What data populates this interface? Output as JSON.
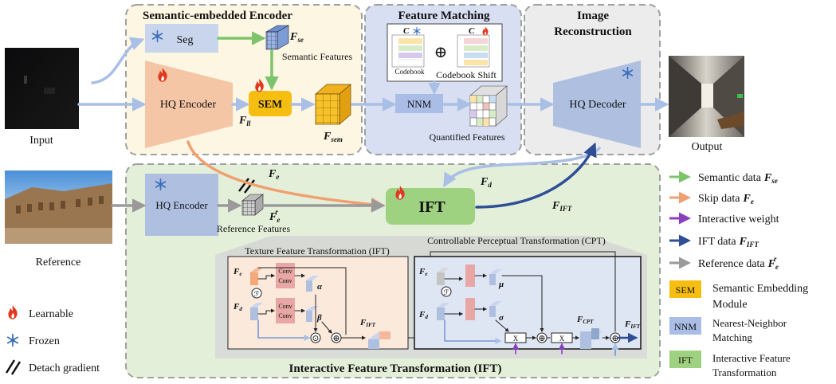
{
  "sections": {
    "encoder_title": "Semantic-embedded Encoder",
    "matching_title": "Feature Matching",
    "reconstruction_title_1": "Image",
    "reconstruction_title_2": "Reconstruction",
    "ift_section_title": "Interactive Feature Transformation (IFT)",
    "tft_title": "Texture Feature Transformation (IFT)",
    "cpt_title": "Controllable Perceptual Transformation (CPT)"
  },
  "images": {
    "input_label": "Input",
    "output_label": "Output",
    "reference_label": "Reference"
  },
  "blocks": {
    "seg": "Seg",
    "hq_encoder": "HQ Encoder",
    "sem": "SEM",
    "nnm": "NNM",
    "hq_decoder": "HQ Decoder",
    "ift": "IFT",
    "ref_encoder": "HQ Encoder",
    "conv": "Conv",
    "xor_a": "X",
    "xor_b": "X"
  },
  "annotations": {
    "semantic_features": "Semantic Features",
    "codebook": "Codebook",
    "codebook_shift": "Codebook Shift",
    "quantified_features": "Quantified Features",
    "reference_features": "Reference Features",
    "c_sym": "C",
    "oplus": "⊕",
    "odot": "⊙"
  },
  "symbols": {
    "F_se": "se",
    "F_ll": "ll",
    "F_sem": "sem",
    "F_e": "e",
    "F_r": "r",
    "F_d": "d",
    "F_IFT": "IFT",
    "F_CPT": "CPT",
    "alpha": "α",
    "beta": "β",
    "mu": "μ",
    "sigma": "σ",
    "F": "F"
  },
  "legend": {
    "semantic": "Semantic data",
    "skip": "Skip data",
    "interactive": "Interactive weight",
    "ift_data": "IFT data",
    "reference": "Reference data",
    "sem_abbr": "SEM",
    "sem_full_1": "Semantic Embedding",
    "sem_full_2": "Module",
    "nnm_abbr": "NNM",
    "nnm_full_1": "Nearest-Neighbor",
    "nnm_full_2": "Matching",
    "ift_abbr": "IFT",
    "ift_full_1": "Interactive Feature",
    "ift_full_2": "Transformation",
    "learnable": "Learnable",
    "frozen": "Frozen",
    "detach": "Detach gradient"
  },
  "colors": {
    "semantic": "#7cc46b",
    "skip": "#f0a070",
    "interactive": "#8a3fbf",
    "ift": "#2e4f96",
    "reference": "#9a9a9a",
    "main_flow": "#a9bfe6",
    "sem": "#f7be12",
    "encoder_panel": "#fdf6e3",
    "matching_panel": "#d9dff2",
    "recon_panel": "#ececec",
    "ift_panel": "#e4efda",
    "encoder_block": "#f5c6a6",
    "decoder_block": "#aebfe0",
    "ift_block": "#9ed280",
    "nnm_block": "#aabde6",
    "flame": "#e03a1e",
    "snow": "#3a6fb8"
  }
}
